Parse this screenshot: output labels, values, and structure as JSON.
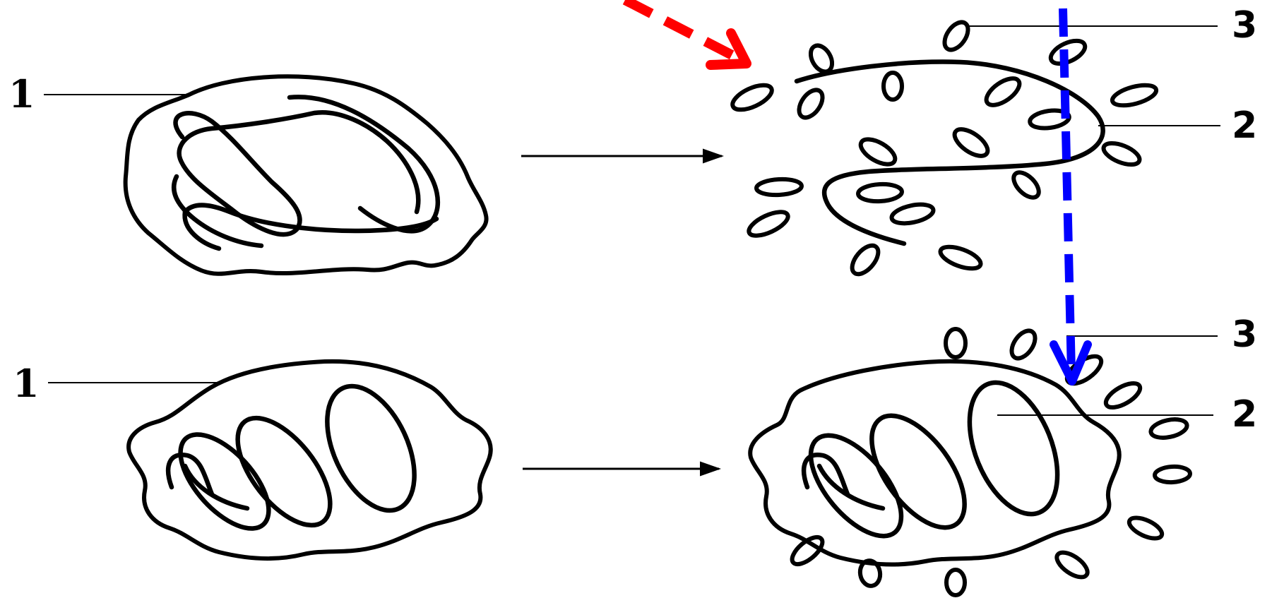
{
  "labels": {
    "top_left_1": "1",
    "bottom_left_1": "1",
    "top_right_3": "3",
    "top_right_2": "2",
    "bottom_right_3": "3",
    "bottom_right_2": "2"
  },
  "colors": {
    "annotation_red": "#ff0000",
    "annotation_blue": "#0000ff",
    "line": "#000000",
    "background": "#ffffff"
  }
}
